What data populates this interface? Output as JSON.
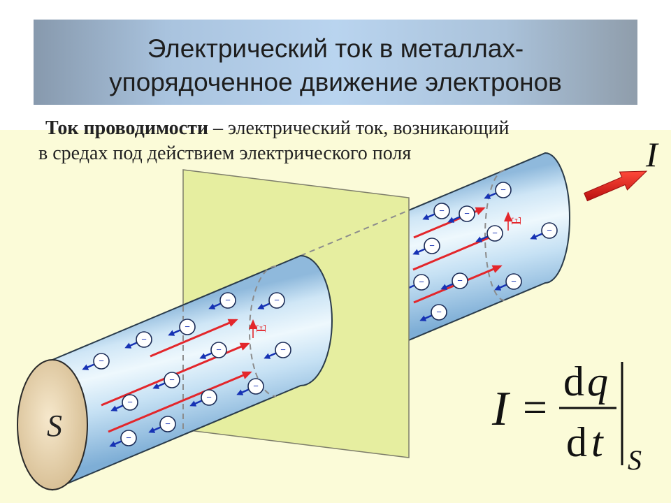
{
  "slide": {
    "title_line1": "Электрический ток в металлах-",
    "title_line2": "упорядоченное движение электронов"
  },
  "definition": {
    "term": "Ток проводимости",
    "text_line1": " – электрический ток, возникающий",
    "text_line2": "в средах под действием электрического поля"
  },
  "diagram": {
    "current_label": "I",
    "cross_section_label": "S",
    "field_label": "E",
    "electron_symbol": "−",
    "colors": {
      "conductor": "#c6e1f4",
      "section_plane": "#e6eea0",
      "field_arrows": "#e3262b",
      "electron_arrows": "#1632b4",
      "current_arrow": "#e0221f",
      "slide_background": "#fbfbd8"
    }
  },
  "formula": {
    "lhs": "I",
    "equals": "=",
    "numerator_d": "d",
    "numerator_var": "q",
    "denominator_d": "d",
    "denominator_var": "t",
    "evaluated_at": "S"
  }
}
